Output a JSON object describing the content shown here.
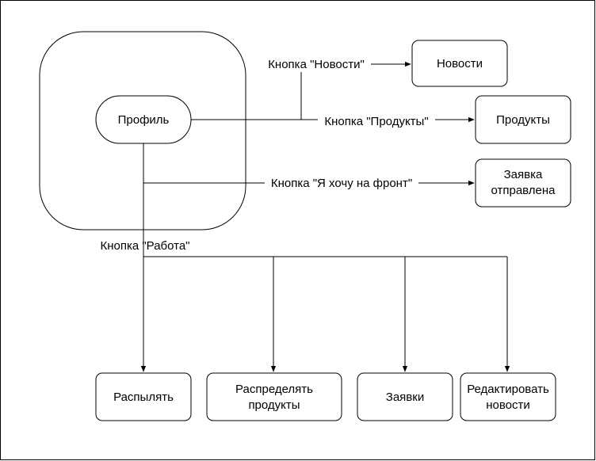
{
  "colors": {
    "stroke": "#000000",
    "fill": "#ffffff",
    "text": "#000000"
  },
  "nodes": {
    "profile": "Профиль",
    "news": "Новости",
    "products": "Продукты",
    "request_sent": [
      "Заявка",
      "отправлена"
    ],
    "spray": "Распылять",
    "distribute": [
      "Распределять",
      "продукты"
    ],
    "requests": "Заявки",
    "edit_news": [
      "Редактировать",
      "новости"
    ]
  },
  "edges": {
    "news_button": "Кнопка \"Новости\"",
    "products_button": "Кнопка \"Продукты\"",
    "front_button": "Кнопка \"Я хочу на фронт\"",
    "work_button": "Кнопка \"Работа\""
  }
}
